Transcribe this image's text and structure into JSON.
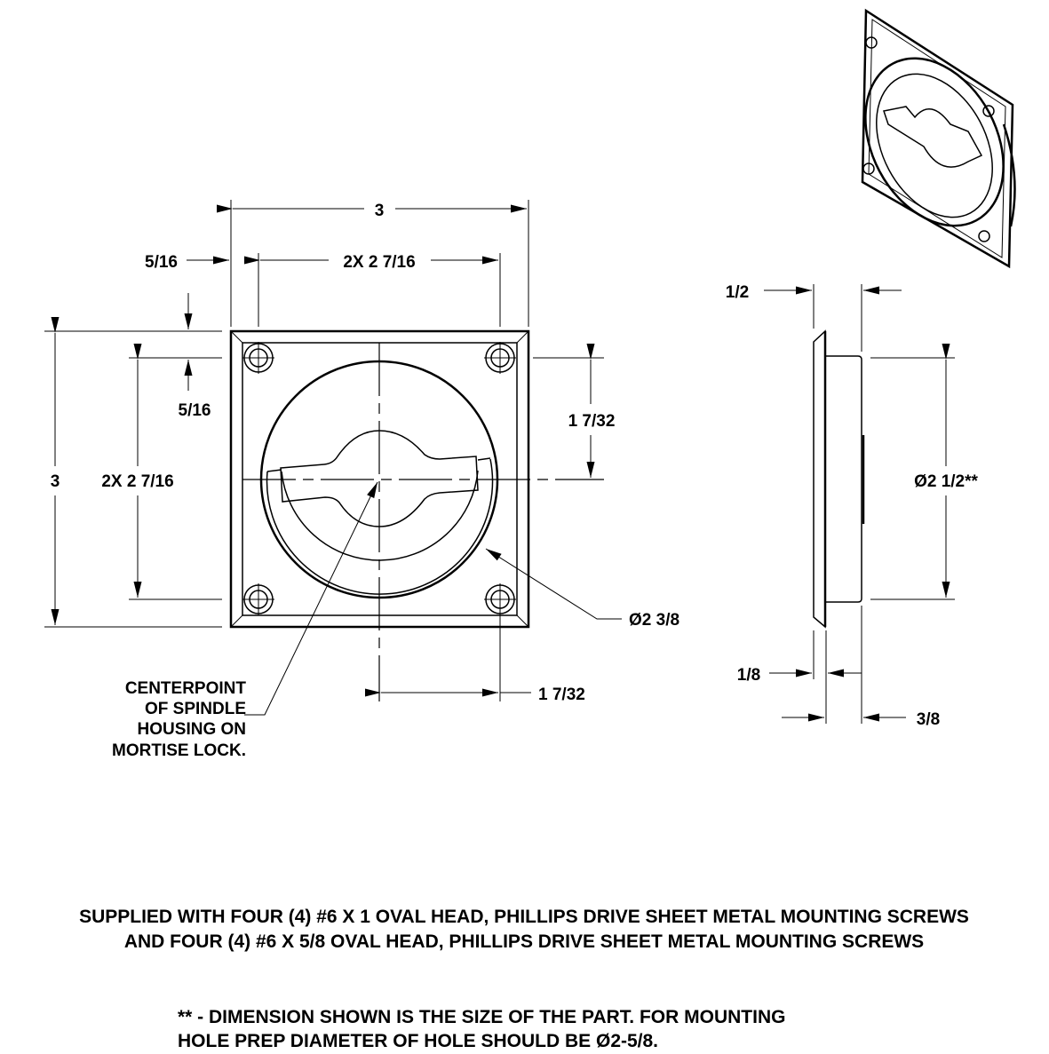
{
  "front_view": {
    "overall_width": "3",
    "hole_spacing_horizontal": "2X 2 7/16",
    "edge_offset_horizontal": "5/16",
    "overall_height": "3",
    "hole_spacing_vertical": "2X 2 7/16",
    "edge_offset_vertical": "5/16",
    "center_offset_vertical": "1 7/32",
    "center_offset_horizontal": "1 7/32",
    "ring_diameter": "Ø2 3/8",
    "centerpoint_note": [
      "CENTERPOINT",
      "OF SPINDLE",
      "HOUSING ON",
      "MORTISE LOCK."
    ]
  },
  "side_view": {
    "overall_depth": "1/2",
    "flange_thickness": "1/8",
    "body_depth": "3/8",
    "body_diameter": "Ø2 1/2**"
  },
  "notes": {
    "screws": [
      "SUPPLIED WITH FOUR (4) #6 X 1 OVAL HEAD, PHILLIPS DRIVE SHEET METAL MOUNTING SCREWS",
      "AND FOUR (4) #6 X 5/8 OVAL HEAD, PHILLIPS DRIVE SHEET METAL MOUNTING SCREWS"
    ],
    "footnote": [
      "** - DIMENSION SHOWN IS THE SIZE OF THE PART.  FOR MOUNTING",
      "HOLE PREP DIAMETER OF HOLE SHOULD BE Ø2-5/8."
    ]
  }
}
